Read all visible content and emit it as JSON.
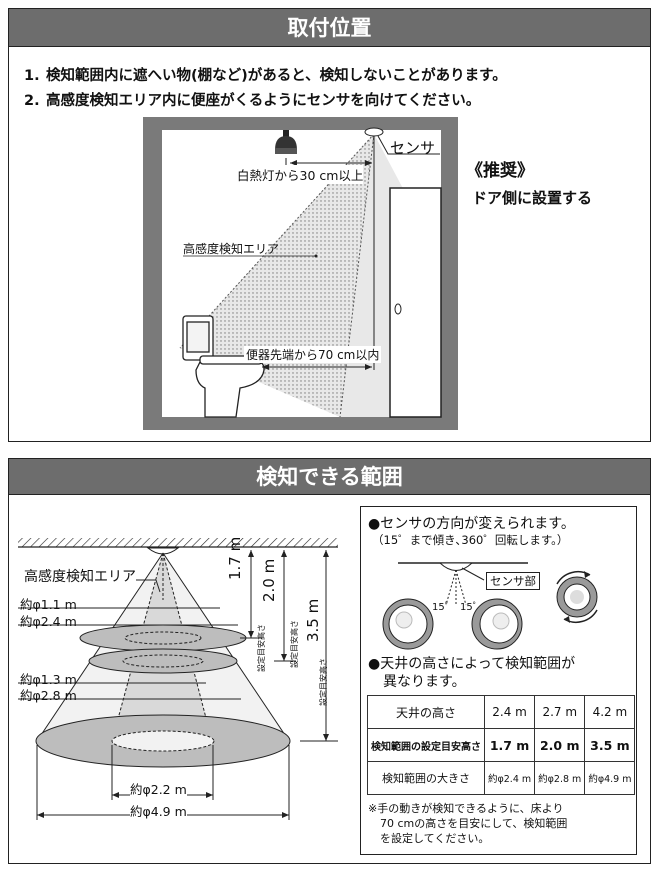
{
  "install": {
    "title": "取付位置",
    "notes": [
      {
        "num": "1.",
        "text": "検知範囲内に遮へい物(棚など)があると、検知しないことがあります。"
      },
      {
        "num": "2.",
        "text": "高感度検知エリア内に便座がくるようにセンサを向けてください。"
      }
    ],
    "sensor_label": "センサ",
    "lamp_label": "白熱灯から30 cm以上",
    "area_label": "高感度検知エリア",
    "toilet_label": "便器先端から70 cm以内",
    "recommend_title": "《推奨》",
    "recommend_text": "ドア側に設置する"
  },
  "range": {
    "title": "検知できる範囲",
    "area_label": "高感度検知エリア",
    "diameters": [
      "約φ1.1 m",
      "約φ2.4 m",
      "約φ1.3 m",
      "約φ2.8 m",
      "約φ2.2 m",
      "約φ4.9 m"
    ],
    "heights": [
      "1.7 m",
      "2.0 m",
      "3.5 m"
    ],
    "height_caption": "設定目安高さ",
    "direction_title": "●センサの方向が変えられます。",
    "direction_sub": "（15゜まで傾き､360゜回転します。）",
    "sensor_part_label": "センサ部",
    "angle_label": "15゜",
    "ceiling_title_1": "●天井の高さによって検知範囲が",
    "ceiling_title_2": "異なります。",
    "table": {
      "rows": [
        {
          "label": "天井の高さ",
          "values": [
            "2.4 m",
            "2.7 m",
            "4.2 m"
          ]
        },
        {
          "label": "検知範囲の設定目安高さ",
          "values": [
            "1.7 m",
            "2.0 m",
            "3.5 m"
          ]
        },
        {
          "label": "検知範囲の大きさ",
          "values": [
            "約φ2.4 m",
            "約φ2.8 m",
            "約φ4.9 m"
          ]
        }
      ]
    },
    "footnote": [
      "※手の動きが検知できるように、床より",
      "70 cmの高さを目安にして、検知範囲",
      "を設定してください。"
    ]
  }
}
